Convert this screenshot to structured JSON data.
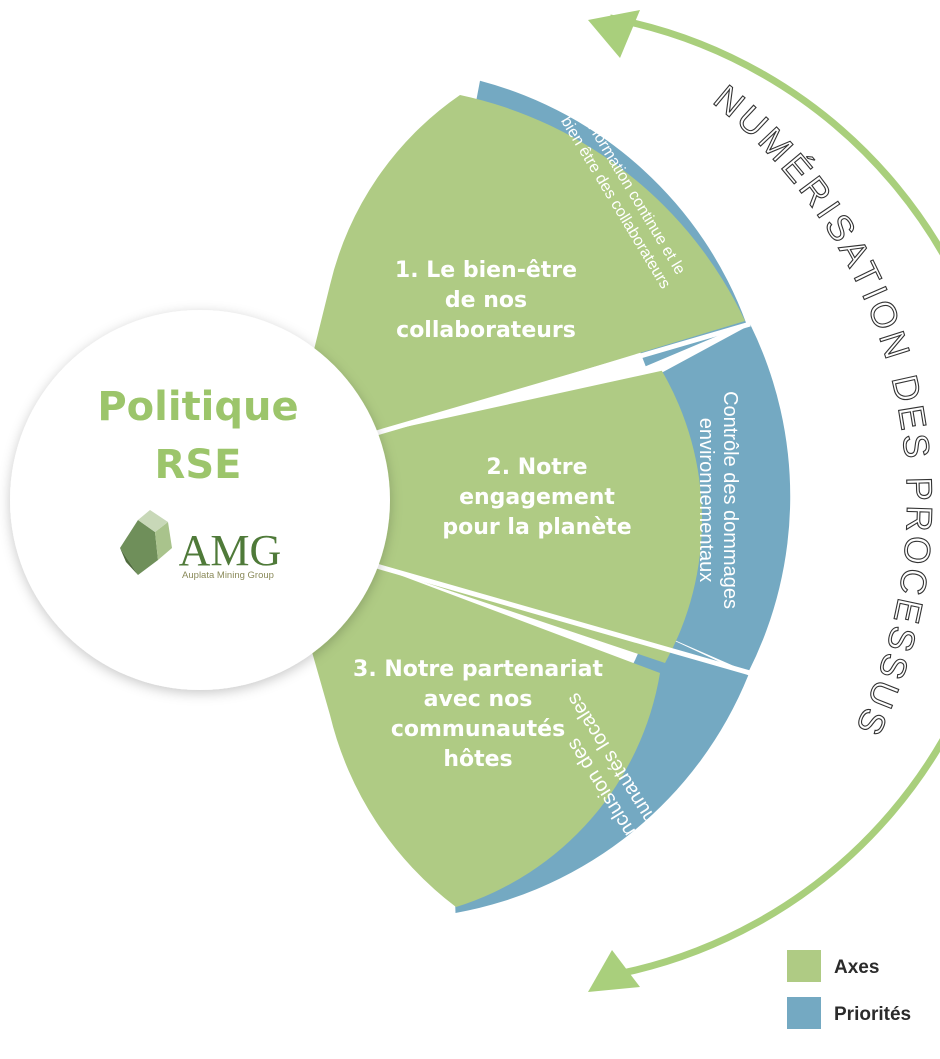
{
  "colors": {
    "axes": "#afcb84",
    "priorities": "#74a9c2",
    "arrow": "#a9cf7c",
    "title": "#9cc56b",
    "logo": "#4f7a39"
  },
  "center": {
    "title_line1": "Politique",
    "title_line2": "RSE",
    "logo_text": "AMG",
    "logo_subtitle": "Auplata Mining Group",
    "logo_icon": "gem-logo-icon"
  },
  "axes": [
    {
      "lines": [
        "1. Le bien-être",
        "de nos",
        "collaborateurs"
      ]
    },
    {
      "lines": [
        "2. Notre",
        "engagement",
        "pour la planète"
      ]
    },
    {
      "lines": [
        "3. Notre partenariat",
        "avec nos",
        "communautés",
        "hôtes"
      ]
    }
  ],
  "priorities": [
    {
      "lines": [
        "La formation continue et le",
        "bien être des collaborateurs"
      ]
    },
    {
      "lines": [
        "Contrôle des dommages",
        "environnementaux"
      ]
    },
    {
      "lines": [
        "Inclusion des",
        "communautés locales"
      ]
    }
  ],
  "arc_label": "NUMÉRISATION DES PROCESSUS",
  "legend": [
    {
      "label": "Axes",
      "color": "#afcb84"
    },
    {
      "label": "Priorités",
      "color": "#74a9c2"
    }
  ]
}
